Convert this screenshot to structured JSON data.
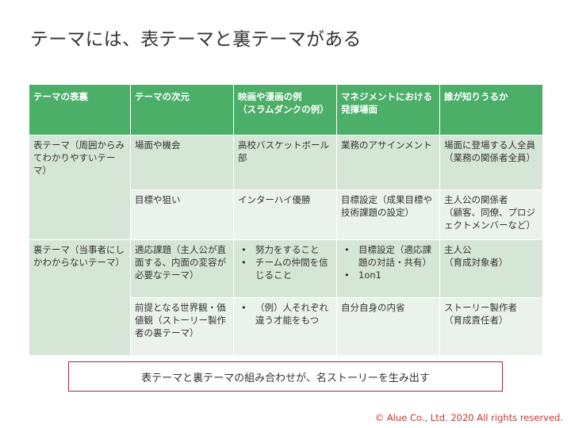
{
  "title": "テーマには、表テーマと裏テーマがある",
  "table": {
    "headers": [
      "テーマの表裏",
      "テーマの次元",
      "映画や漫画の例\n（スラムダンクの例）",
      "マネジメントにおける\n発揮場面",
      "誰が知りうるか"
    ],
    "omote": {
      "label": "表テーマ（周囲からみてわかりやすいテーマ）",
      "rows": [
        {
          "dimension": "場面や機会",
          "example": "高校バスケットボール部",
          "management": "業務のアサインメント",
          "who": "場面に登場する人全員\n（業務の関係者全員）"
        },
        {
          "dimension": "目標や狙い",
          "example": "インターハイ優勝",
          "management": "目標設定（成果目標や技術課題の設定）",
          "who": "主人公の関係者\n（顧客、同僚、プロジェクトメンバーなど）"
        }
      ]
    },
    "ura": {
      "label": "裏テーマ（当事者にしかわからないテーマ）",
      "rows": [
        {
          "dimension": "適応課題（主人公が直面する、内面の変容が必要なテーマ）",
          "example_items": [
            "努力をすること",
            "チームの仲間を信じること"
          ],
          "management_items": [
            "目標設定（適応課題の対話・共有）",
            "1on1"
          ],
          "who": "主人公\n（育成対象者）"
        },
        {
          "dimension": "前提となる世界観・価値観（ストーリー製作者の裏テーマ）",
          "example_items": [
            "（例）人それぞれ違う才能をもつ"
          ],
          "management": "自分自身の内省",
          "who": "ストーリー製作者\n（育成責任者）"
        }
      ]
    }
  },
  "summary": "表テーマと裏テーマの組み合わせが、名ストーリーを生み出す",
  "copyright": "© Alue Co., Ltd.   2020   All rights reserved.",
  "colors": {
    "header_green": "#4caf68",
    "row_dark": "#d6e6d6",
    "row_light": "#ebf2eb",
    "box_border": "#9b2b36",
    "copyright_red": "#c0392b"
  }
}
